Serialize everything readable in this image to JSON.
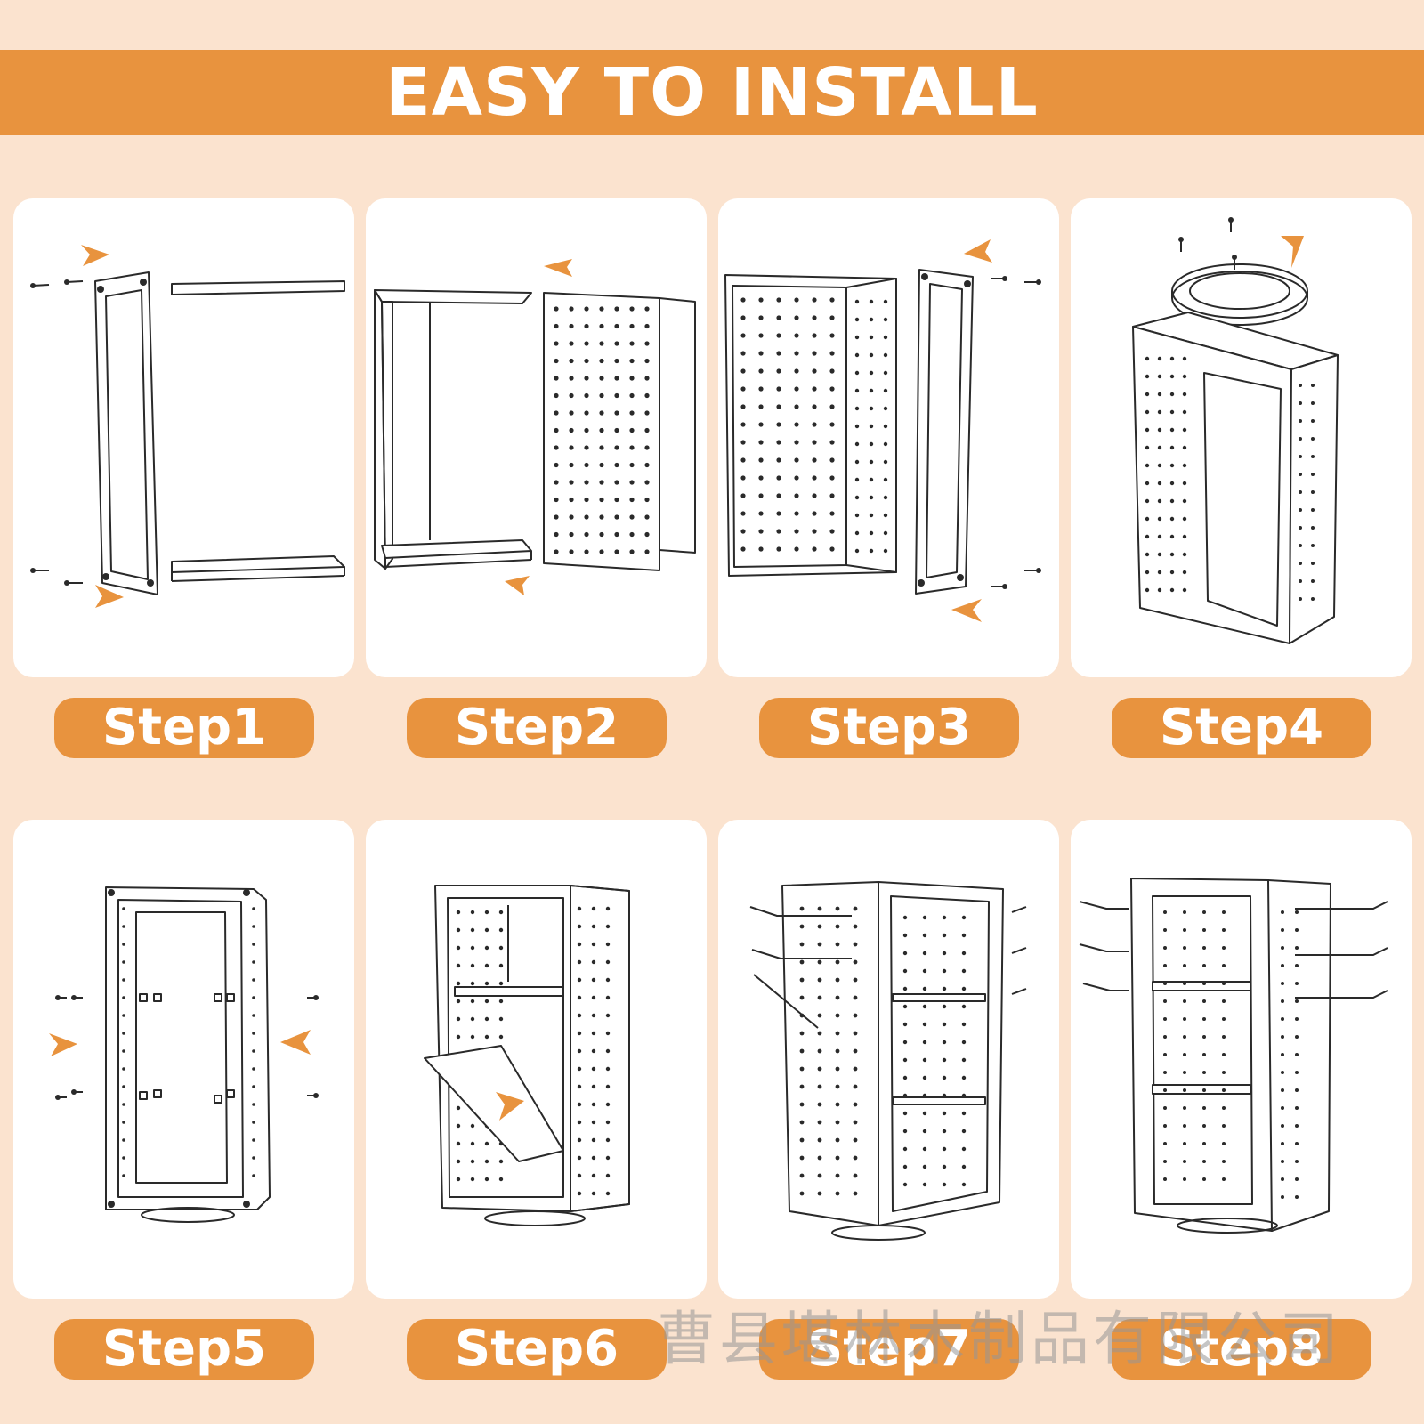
{
  "banner": {
    "title": "EASY TO INSTALL"
  },
  "steps": [
    {
      "label": "Step1"
    },
    {
      "label": "Step2"
    },
    {
      "label": "Step3"
    },
    {
      "label": "Step4"
    },
    {
      "label": "Step5"
    },
    {
      "label": "Step6"
    },
    {
      "label": "Step7"
    },
    {
      "label": "Step8"
    }
  ],
  "watermark": {
    "text": "曹县堪林木制品有限公司"
  },
  "colors": {
    "accent": "#e8933e",
    "background": "#fbe3cf",
    "panel": "#ffffff",
    "line": "#2a2a2a"
  },
  "icons": [
    "orange-arrow-icon",
    "screw-icon"
  ]
}
